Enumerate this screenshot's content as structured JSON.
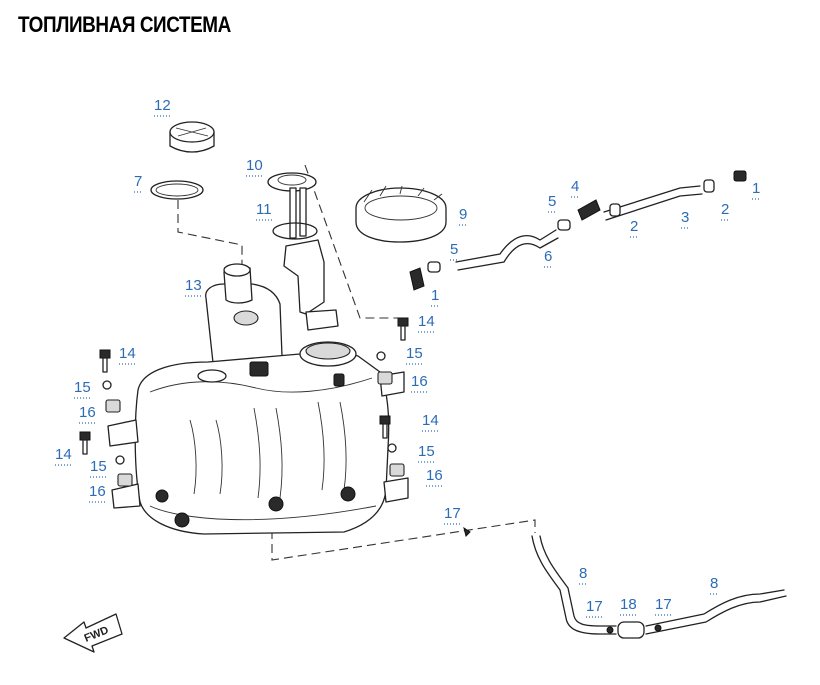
{
  "title": "ТОПЛИВНАЯ СИСТЕМА",
  "fwd_label": "FWD",
  "callouts": {
    "c1a": "1",
    "c1b": "1",
    "c2a": "2",
    "c2b": "2",
    "c3": "3",
    "c4": "4",
    "c5a": "5",
    "c5b": "5",
    "c6": "6",
    "c7": "7",
    "c8a": "8",
    "c8b": "8",
    "c9": "9",
    "c10": "10",
    "c11": "11",
    "c12": "12",
    "c13": "13",
    "c14a": "14",
    "c14b": "14",
    "c14c": "14",
    "c14d": "14",
    "c15a": "15",
    "c15b": "15",
    "c15c": "15",
    "c15d": "15",
    "c16a": "16",
    "c16b": "16",
    "c16c": "16",
    "c16d": "16",
    "c17a": "17",
    "c17b": "17",
    "c17c": "17",
    "c18": "18"
  },
  "colors": {
    "callout": "#2b6cb5",
    "line": "#222222",
    "background": "#ffffff"
  }
}
